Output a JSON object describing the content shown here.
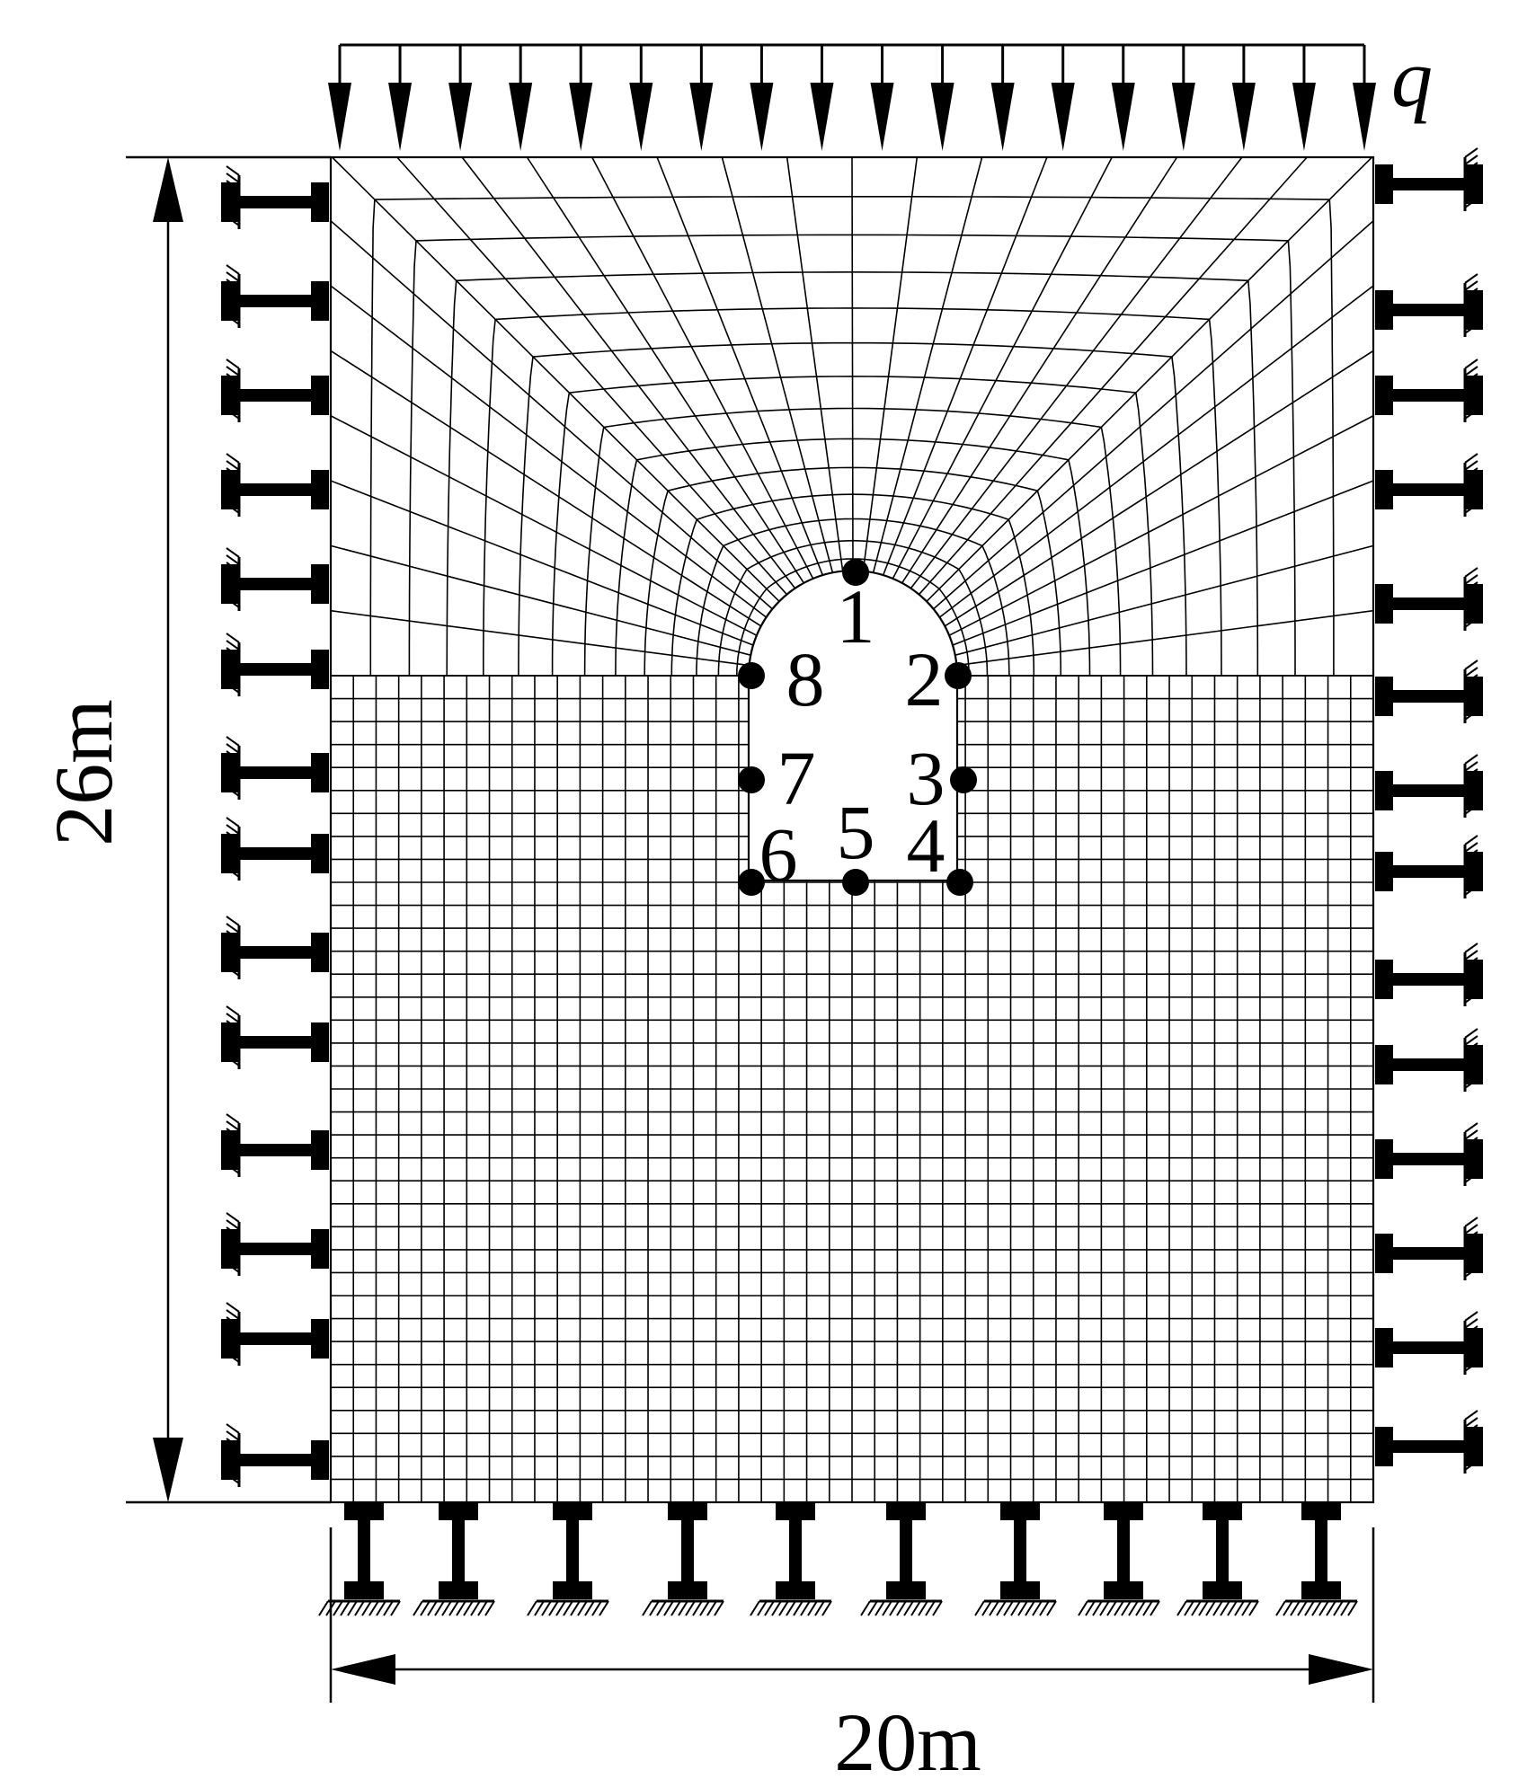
{
  "diagram": {
    "load_label": "q",
    "height_label": "26m",
    "width_label": "20m",
    "monitoring_points": [
      "1",
      "2",
      "3",
      "4",
      "5",
      "6",
      "7",
      "8"
    ],
    "colors": {
      "ink": "#000000",
      "background": "#ffffff"
    }
  }
}
